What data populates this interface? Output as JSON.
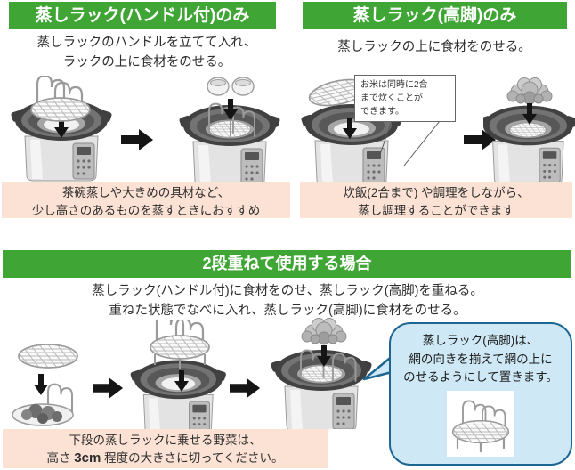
{
  "colors": {
    "header_green": "#3FA535",
    "note_pink": "#FBE2D4",
    "bubble_fill": "#CEE9F5",
    "bubble_border": "#1d6593",
    "text": "#303030"
  },
  "section_handle": {
    "title": "蒸しラック(ハンドル付)のみ",
    "desc_line1": "蒸しラックのハンドルを立てて入れ、",
    "desc_line2": "ラックの上に食材をのせる。",
    "note_line1": "茶碗蒸しや大きめの具材など、",
    "note_line2": "少し高さのあるものを蒸すときにおすすめ"
  },
  "section_tallleg": {
    "title": "蒸しラック(高脚)のみ",
    "desc_line1": "蒸しラックの上に食材をのせる。",
    "callout_line1": "お米は同時に2合",
    "callout_line2": "まで炊くことが",
    "callout_line3": "できます。",
    "note_line1": "炊飯(2合まで) や調理をしながら、",
    "note_line2": "蒸し調理することができます"
  },
  "section_stacked": {
    "title": "2段重ねて使用する場合",
    "desc_line1": "蒸しラック(ハンドル付)に食材をのせ、蒸しラック(高脚)を重ねる。",
    "desc_line2": "重ねた状態でなべに入れ、蒸しラック(高脚)に食材をのせる。",
    "bubble_line1": "蒸しラック(高脚)は、",
    "bubble_line2": "網の向きを揃えて網の上に",
    "bubble_line3": "のせるようにして置きます。",
    "note_line1": "下段の蒸しラックに乗せる野菜は、",
    "note_prefix": "高さ ",
    "note_bold": "3cm",
    "note_suffix": " 程度の大きさに切ってください。"
  }
}
